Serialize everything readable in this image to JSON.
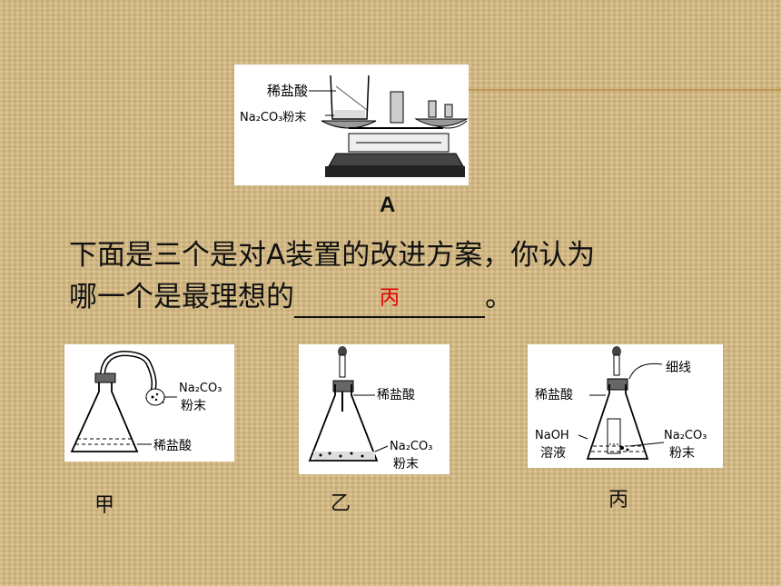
{
  "labels": {
    "a": "A",
    "jia": "甲",
    "yi": "乙",
    "bing": "丙"
  },
  "question": {
    "line1": "下面是三个是对A装置的改进方案，你认为",
    "line2": "哪一个是最理想的",
    "end": "。"
  },
  "answer": "丙",
  "diagrams": {
    "a": {
      "acid": "稀盐酸",
      "powder": "Na₂CO₃粉末"
    },
    "jia": {
      "powder1": "Na₂CO₃",
      "powder2": "粉末",
      "acid": "稀盐酸"
    },
    "yi": {
      "acid": "稀盐酸",
      "powder1": "Na₂CO₃",
      "powder2": "粉末"
    },
    "bing": {
      "thread": "细线",
      "acid": "稀盐酸",
      "naoh1": "NaOH",
      "naoh2": "溶液",
      "powder1": "Na₂CO₃",
      "powder2": "粉末"
    }
  }
}
